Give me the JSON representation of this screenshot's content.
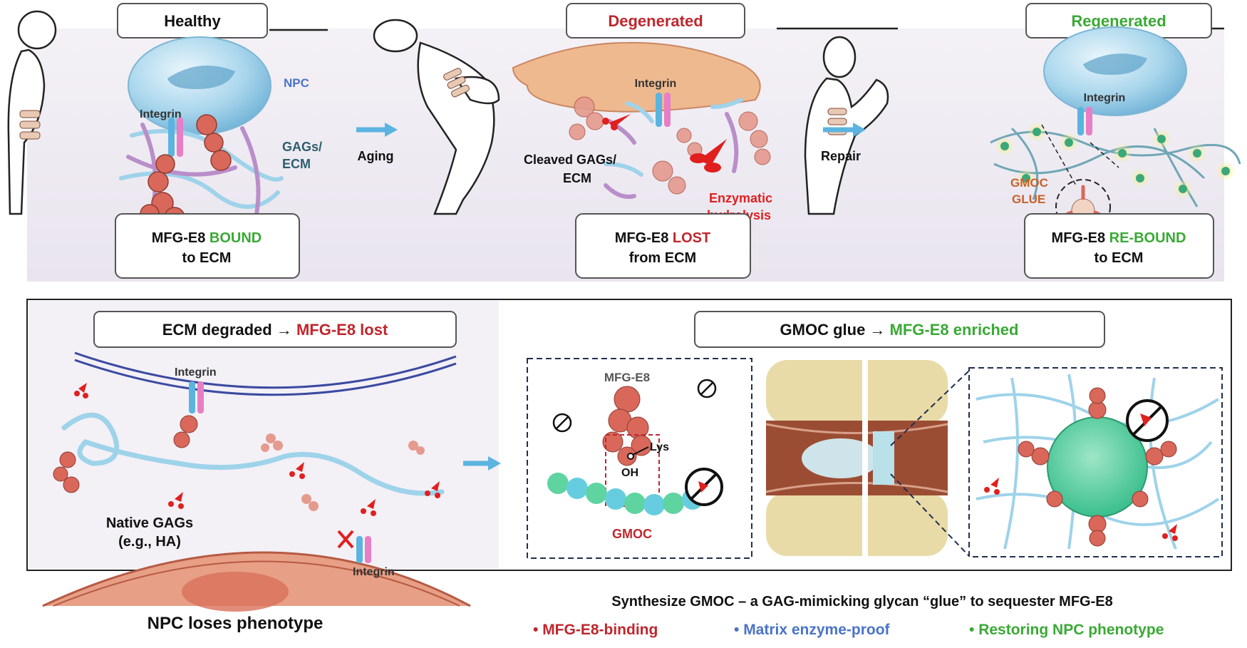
{
  "top": {
    "healthy": {
      "title": "Healthy",
      "npc_label": "NPC",
      "integrin_label": "Integrin",
      "gags_label_1": "GAGs/",
      "gags_label_2": "ECM",
      "caption_prefix": "MFG-E8 ",
      "caption_status": "BOUND",
      "caption_line2": "to ECM"
    },
    "aging_label": "Aging",
    "degenerated": {
      "title": "Degenerated",
      "integrin_label": "Integrin",
      "cleaved_label_1": "Cleaved GAGs/",
      "cleaved_label_2": "ECM",
      "enzymatic_label_1": "Enzymatic",
      "enzymatic_label_2": "hydrolysis",
      "caption_prefix": "MFG-E8 ",
      "caption_status": "LOST",
      "caption_line2": "from ECM"
    },
    "repair_label": "Repair",
    "regenerated": {
      "title": "Regenerated",
      "integrin_label": "Integrin",
      "gmoc_label_1": "GMOC",
      "gmoc_label_2": "GLUE",
      "caption_prefix": "MFG-E8 ",
      "caption_status": "RE-BOUND",
      "caption_line2": "to ECM"
    }
  },
  "bottom": {
    "left": {
      "header_prefix": "ECM degraded → ",
      "header_highlight": "MFG-E8 lost",
      "integrin_top": "Integrin",
      "integrin_bottom": "Integrin",
      "native_label_1": "Native GAGs",
      "native_label_2": "(e.g., HA)",
      "npc_caption": "NPC loses phenotype"
    },
    "right": {
      "header_prefix": "GMOC glue → ",
      "header_highlight": "MFG-E8 enriched",
      "mfge8_label": "MFG-E8",
      "lys_label": "Lys",
      "oh_label": "OH",
      "gmoc_label": "GMOC"
    },
    "summary": {
      "line": "Synthesize GMOC – a GAG-mimicking glycan “glue” to sequester MFG-E8",
      "bullets": [
        {
          "text": "MFG-E8-binding",
          "color": "#c0262d"
        },
        {
          "text": "Matrix enzyme-proof",
          "color": "#4a74c8"
        },
        {
          "text": "Restoring NPC phenotype",
          "color": "#3aa935"
        }
      ]
    }
  },
  "colors": {
    "red": "#c0262d",
    "green": "#3aa935",
    "blue": "#4a74c8",
    "teal": "#2e5d6e",
    "protein": "#d9685a",
    "gag": "#9ed3ea",
    "arrow": "#5bb4e0",
    "panel_bg": "#f1edf4"
  }
}
